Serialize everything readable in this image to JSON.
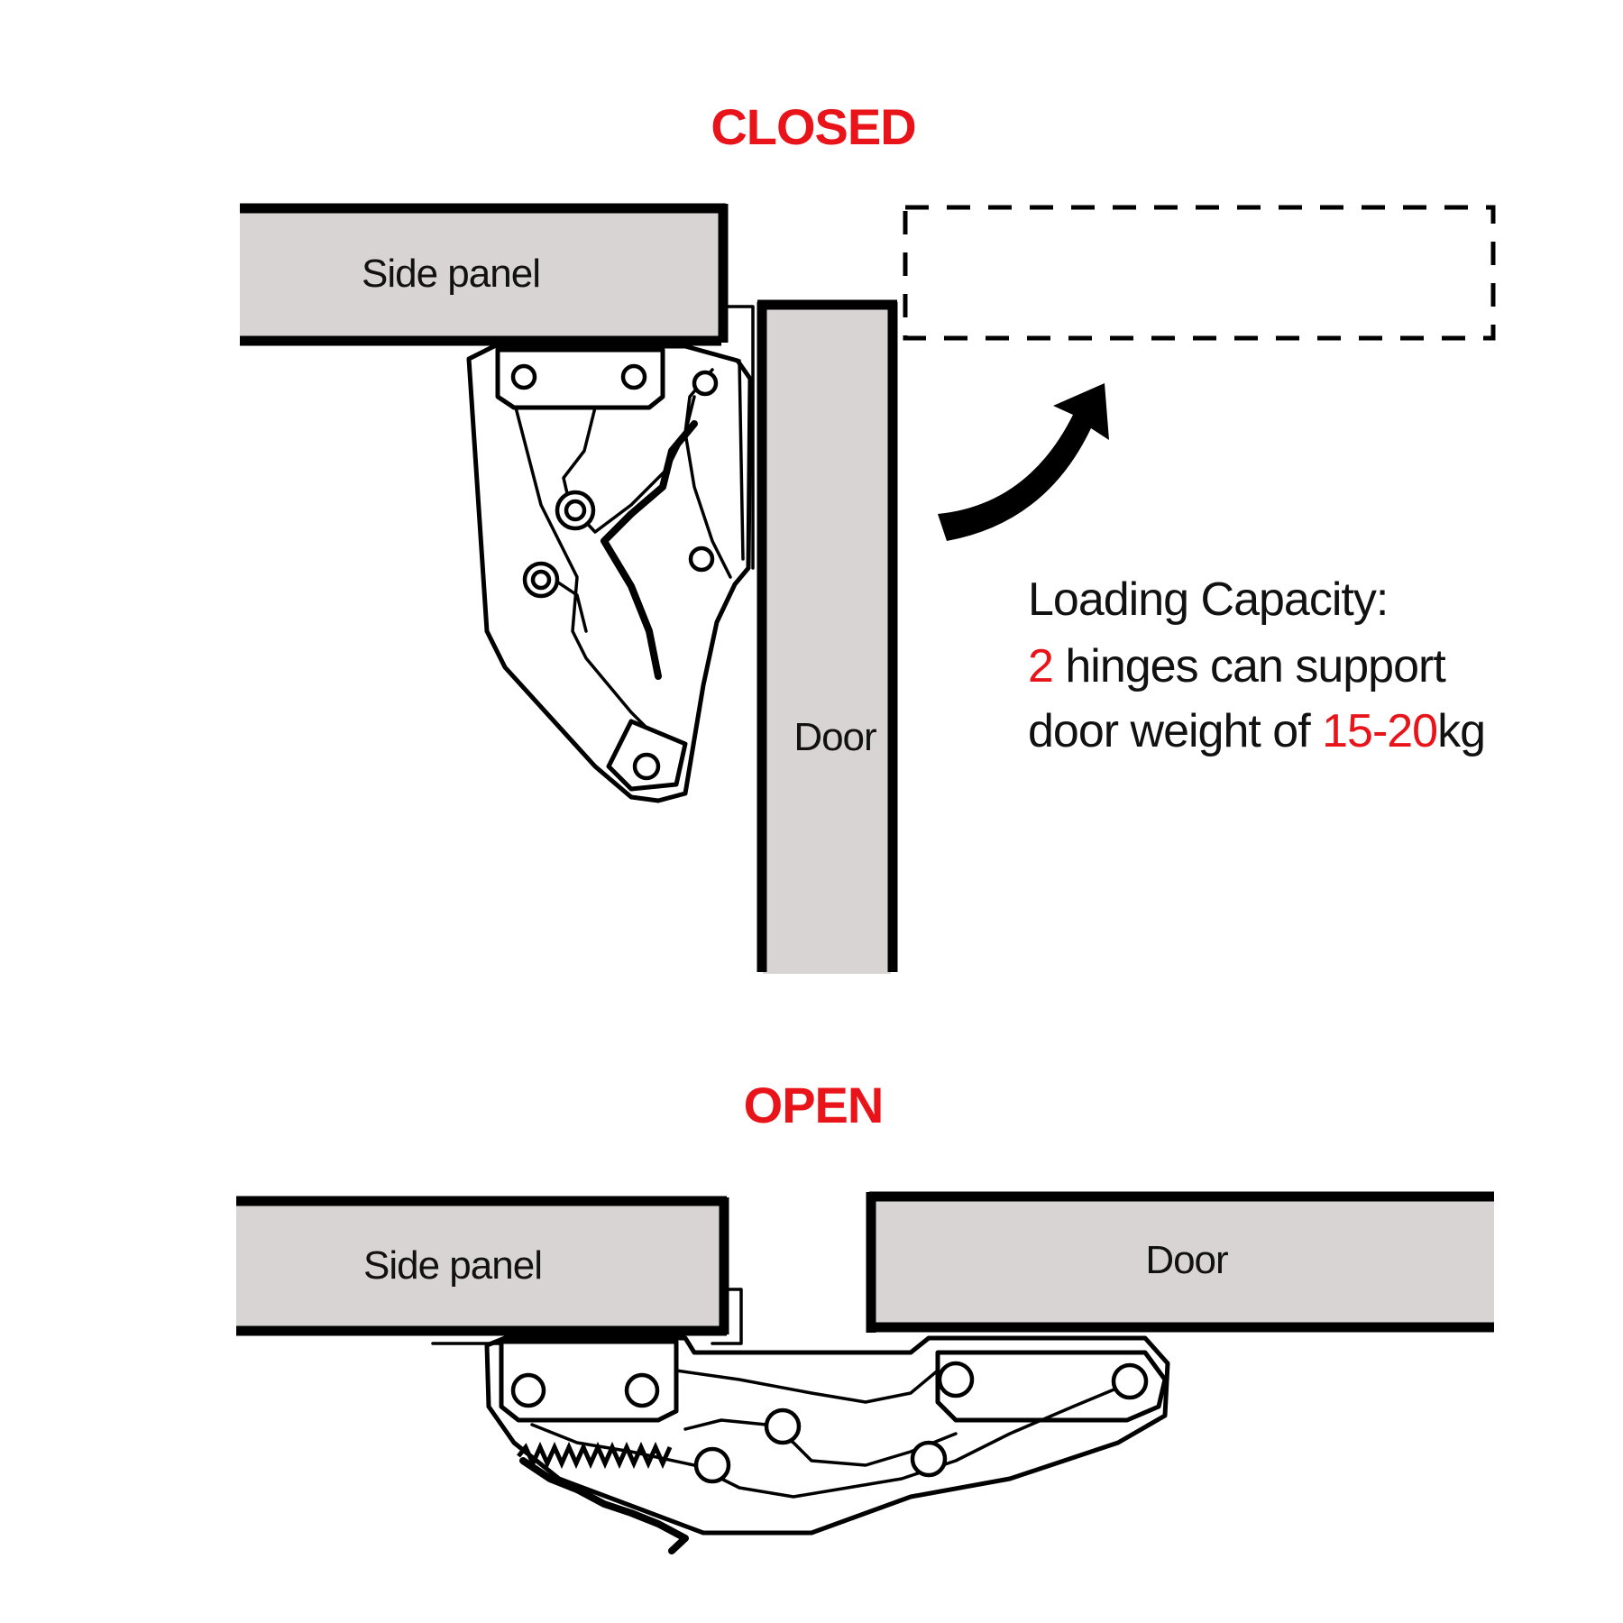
{
  "colors": {
    "accent_red": "#e8141a",
    "panel_fill": "#d9d4d4",
    "line": "#000000",
    "text": "#111111"
  },
  "closed": {
    "title": "CLOSED",
    "side_panel_label": "Side panel",
    "door_label": "Door"
  },
  "open": {
    "title": "OPEN",
    "side_panel_label": "Side panel",
    "door_label": "Door"
  },
  "capacity": {
    "heading": "Loading Capacity:",
    "line2_count": "2",
    "line2_rest": " hinges can support",
    "line3_prefix": "door weight of ",
    "line3_range": "15-20",
    "line3_unit": "kg"
  },
  "icons": {
    "swing_arrow": "curved-arrow-icon"
  }
}
